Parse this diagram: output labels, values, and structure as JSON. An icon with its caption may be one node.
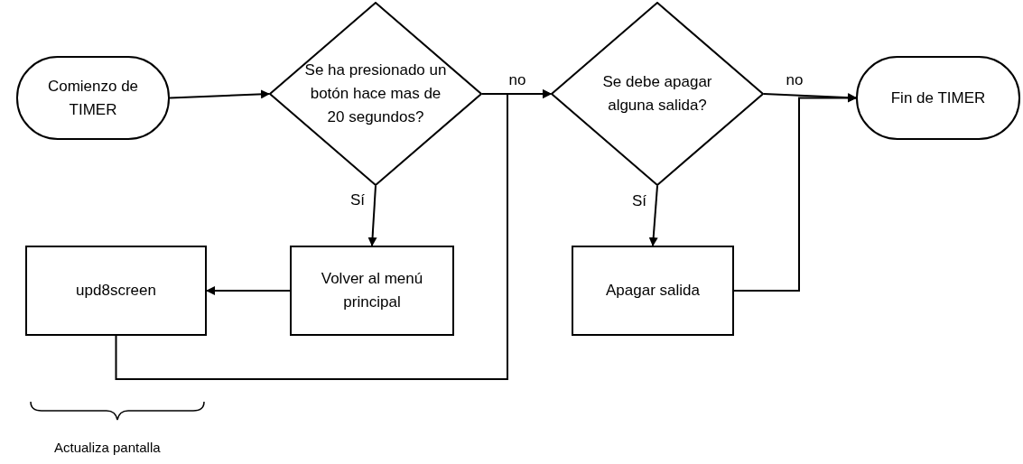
{
  "diagram": {
    "nodes": [
      {
        "text": [
          "Comienzo de TIMER"
        ]
      },
      {
        "text": [
          "Se ha presionado un botón hace mas de 20 segundos?"
        ]
      },
      {
        "text": [
          "Se debe apagar alguna salida?"
        ]
      },
      {
        "text": [
          "Fin de TIMER"
        ]
      },
      {
        "text": [
          "upd8screen"
        ]
      },
      {
        "text": [
          "Volver al menú principal"
        ]
      },
      {
        "text": [
          "Apagar salida"
        ]
      }
    ],
    "edges": [
      {
        "from": 0,
        "to": 1,
        "arrow": "to"
      },
      {
        "from": 1,
        "to": 2,
        "arrow": "to",
        "label": "no"
      },
      {
        "from": 1,
        "to": 5,
        "arrow": "to",
        "label": "Sí"
      },
      {
        "from": 5,
        "to": 4,
        "arrow": "to"
      },
      {
        "from": 4,
        "to": 2,
        "arrow": "to"
      },
      {
        "from": 2,
        "to": 3,
        "arrow": "to",
        "label": "no"
      },
      {
        "from": 2,
        "to": 6,
        "arrow": "to",
        "label": "Sí"
      },
      {
        "from": 6,
        "to": 3,
        "arrow": "to"
      }
    ],
    "labels": [
      "Actualiza pantalla"
    ]
  }
}
